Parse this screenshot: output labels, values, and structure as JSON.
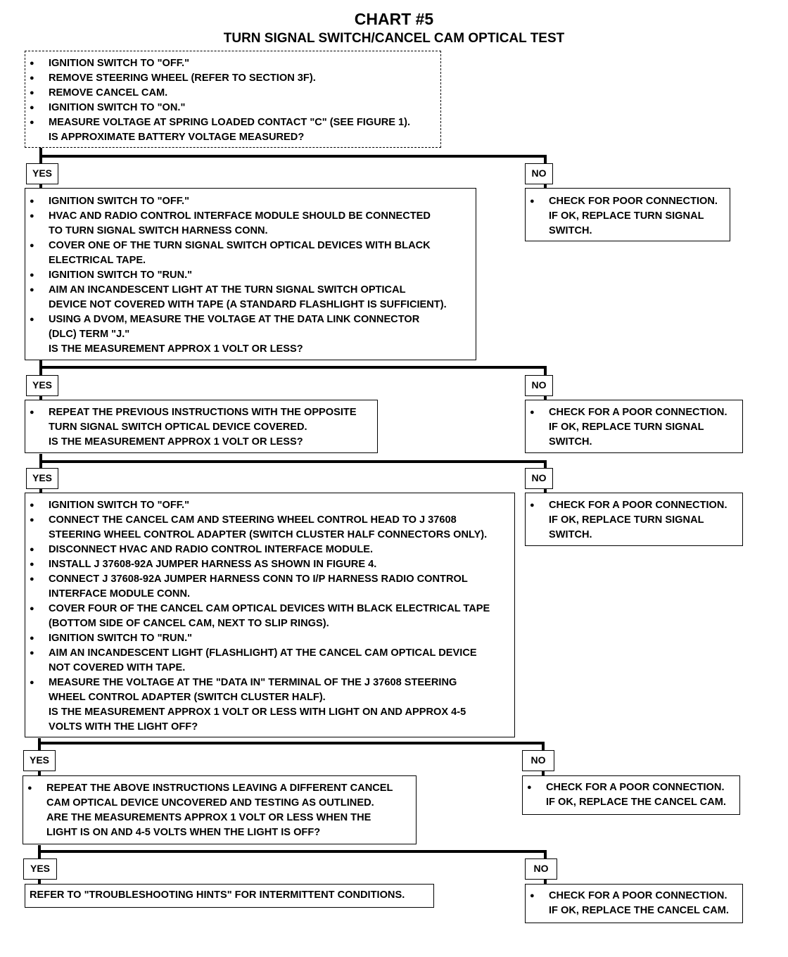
{
  "title": "CHART #5",
  "subtitle": "TURN SIGNAL SWITCH/CANCEL CAM OPTICAL TEST",
  "labels": {
    "yes": "YES",
    "no": "NO"
  },
  "steps": [
    {
      "bullets": [
        "IGNITION SWITCH TO \"OFF.\"",
        "REMOVE STEERING WHEEL (REFER TO SECTION 3F).",
        "REMOVE CANCEL CAM.",
        "IGNITION SWITCH TO \"ON.\"",
        "MEASURE VOLTAGE AT SPRING LOADED CONTACT \"C\" (SEE FIGURE 1)."
      ],
      "question": "IS APPROXIMATE BATTERY VOLTAGE MEASURED?"
    },
    {
      "bullets": [
        "IGNITION SWITCH TO \"OFF.\"",
        "HVAC AND RADIO CONTROL INTERFACE MODULE SHOULD BE CONNECTED\nTO TURN SIGNAL SWITCH HARNESS CONN.",
        "COVER ONE OF THE TURN SIGNAL SWITCH OPTICAL DEVICES WITH BLACK\nELECTRICAL TAPE.",
        "IGNITION SWITCH TO \"RUN.\"",
        "AIM AN INCANDESCENT LIGHT AT THE TURN SIGNAL SWITCH OPTICAL\nDEVICE NOT COVERED WITH TAPE (A STANDARD FLASHLIGHT IS SUFFICIENT).",
        "USING A DVOM, MEASURE THE VOLTAGE AT THE DATA LINK CONNECTOR\n(DLC) TERM \"J.\""
      ],
      "question": "IS THE MEASUREMENT APPROX 1 VOLT OR LESS?"
    },
    {
      "bullets": [
        "REPEAT THE PREVIOUS INSTRUCTIONS WITH THE OPPOSITE\nTURN SIGNAL SWITCH OPTICAL DEVICE COVERED."
      ],
      "question": "IS THE MEASUREMENT APPROX 1 VOLT OR LESS?"
    },
    {
      "bullets": [
        "IGNITION SWITCH TO \"OFF.\"",
        "CONNECT THE CANCEL CAM AND STEERING WHEEL CONTROL HEAD TO J 37608\nSTEERING WHEEL CONTROL ADAPTER (SWITCH CLUSTER HALF CONNECTORS ONLY).",
        "DISCONNECT HVAC AND RADIO CONTROL INTERFACE MODULE.",
        "INSTALL J 37608-92A JUMPER HARNESS AS SHOWN IN FIGURE 4.",
        "CONNECT J 37608-92A JUMPER HARNESS CONN TO I/P HARNESS RADIO CONTROL\nINTERFACE MODULE CONN.",
        "COVER FOUR OF THE CANCEL CAM OPTICAL DEVICES WITH BLACK ELECTRICAL TAPE\n(BOTTOM SIDE OF CANCEL CAM, NEXT TO SLIP RINGS).",
        "IGNITION SWITCH TO \"RUN.\"",
        "AIM AN INCANDESCENT LIGHT (FLASHLIGHT) AT THE CANCEL CAM OPTICAL DEVICE\nNOT COVERED WITH TAPE.",
        "MEASURE THE VOLTAGE AT THE \"DATA IN\" TERMINAL OF THE J 37608 STEERING\nWHEEL CONTROL ADAPTER (SWITCH CLUSTER HALF)."
      ],
      "question": "IS THE MEASUREMENT APPROX 1 VOLT OR LESS WITH LIGHT ON AND APPROX 4-5\nVOLTS WITH THE LIGHT OFF?"
    },
    {
      "bullets": [
        "REPEAT THE ABOVE INSTRUCTIONS LEAVING A DIFFERENT CANCEL\nCAM OPTICAL DEVICE UNCOVERED AND TESTING AS OUTLINED."
      ],
      "question": "ARE THE MEASUREMENTS APPROX 1 VOLT OR LESS WHEN THE\nLIGHT IS ON AND 4-5 VOLTS WHEN THE LIGHT IS OFF?"
    }
  ],
  "final_yes": "REFER TO \"TROUBLESHOOTING HINTS\" FOR INTERMITTENT CONDITIONS.",
  "no_results": [
    "CHECK FOR POOR CONNECTION.\nIF OK, REPLACE TURN SIGNAL\nSWITCH.",
    "CHECK FOR A POOR CONNECTION.\nIF OK, REPLACE TURN SIGNAL\nSWITCH.",
    "CHECK FOR A POOR CONNECTION.\nIF OK, REPLACE TURN SIGNAL\nSWITCH.",
    "CHECK FOR A POOR CONNECTION.\nIF OK, REPLACE THE CANCEL CAM.",
    "CHECK FOR A POOR CONNECTION.\nIF OK, REPLACE THE CANCEL CAM."
  ]
}
